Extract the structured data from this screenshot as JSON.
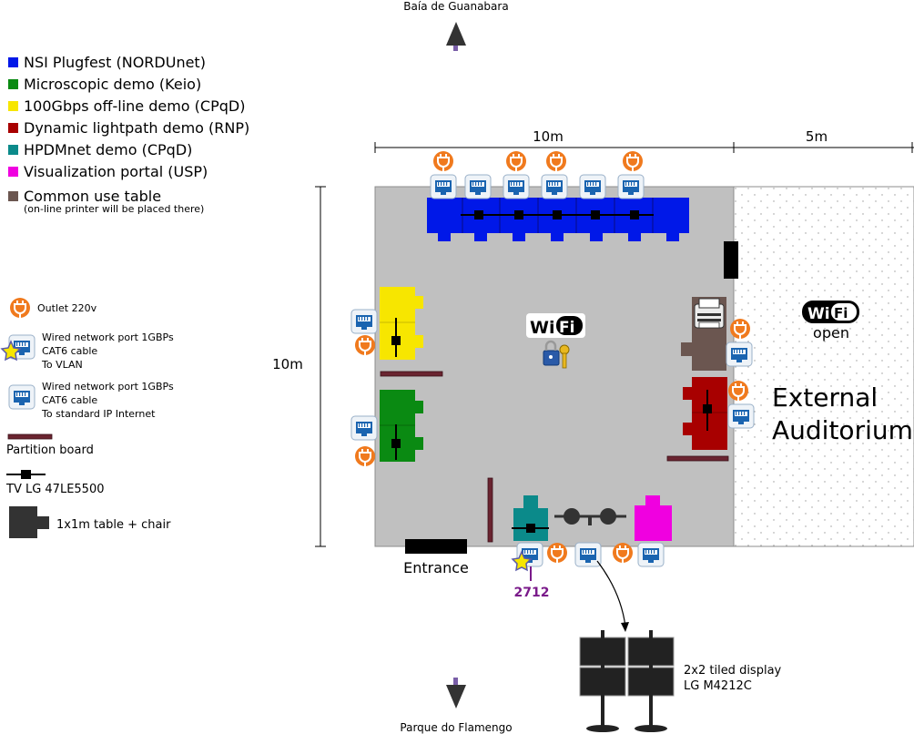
{
  "compass": {
    "north_label": "Baía de Guanabara",
    "south_label": "Parque do Flamengo"
  },
  "legend": {
    "demos": [
      {
        "label": "NSI Plugfest (NORDUnet)",
        "color": "#0018e8"
      },
      {
        "label": "Microscopic demo (Keio)",
        "color": "#0a8a12"
      },
      {
        "label": "100Gbps off-line demo (CPqD)",
        "color": "#f7e600"
      },
      {
        "label": "Dynamic lightpath demo (RNP)",
        "color": "#a80000"
      },
      {
        "label": "HPDMnet demo (CPqD)",
        "color": "#0b8a8a"
      },
      {
        "label": "Visualization portal (USP)",
        "color": "#f000e0"
      },
      {
        "label": "Common use table",
        "color": "#6b5650"
      }
    ],
    "common_note": "(on-line printer will be placed there)",
    "outlet": "Outlet 220v",
    "vlan_port": [
      "Wired network port 1GBPs",
      "CAT6 cable",
      "To VLAN"
    ],
    "internet_port": [
      "Wired network port 1GBPs",
      "CAT6 cable",
      "To standard IP Internet"
    ],
    "partition": "Partition board",
    "tv": "TV LG 47LE5500",
    "table": "1x1m table + chair"
  },
  "dimensions": {
    "width_main": "10m",
    "width_aux": "5m",
    "height": "10m"
  },
  "room": {
    "entrance": "Entrance",
    "port_number": "2712",
    "auditorium": [
      "External",
      "Auditorium"
    ],
    "wifi_word": "Wi",
    "wifi_fi": "Fi",
    "wifi_open": "open"
  },
  "display": {
    "label": [
      "2x2 tiled display",
      "LG M4212C"
    ]
  },
  "colors": {
    "floor": "#c0c0c0",
    "partition": "#6a2430",
    "outlet": "#f07a1e",
    "port_bg": "#eef3f8",
    "port_fg": "#1a64b0"
  }
}
